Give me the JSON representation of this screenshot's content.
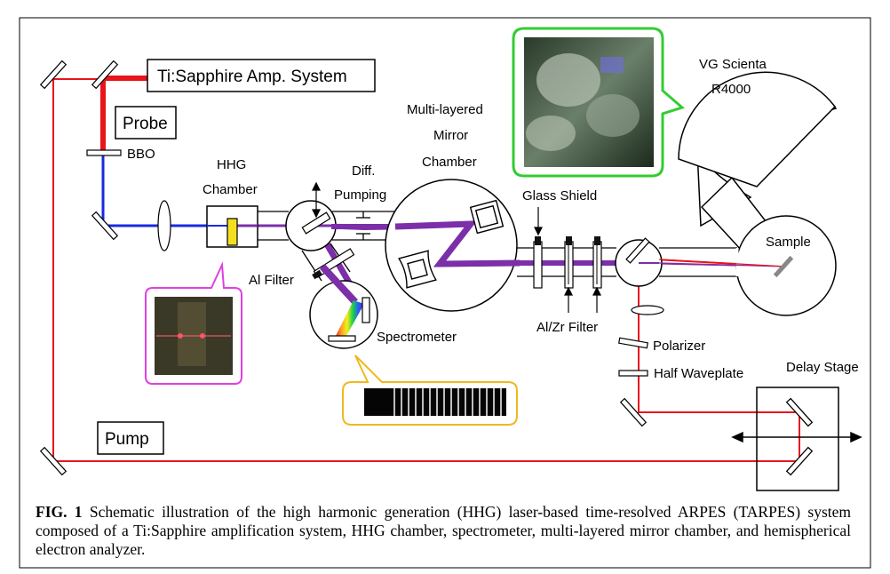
{
  "labels": {
    "laser_system": "Ti:Sapphire Amp. System",
    "probe": "Probe",
    "pump": "Pump",
    "bbo": "BBO",
    "hhg_1": "HHG",
    "hhg_2": "Chamber",
    "diff_1": "Diff.",
    "diff_2": "Pumping",
    "mirror_1": "Multi-layered",
    "mirror_2": "Mirror",
    "mirror_3": "Chamber",
    "al_filter": "Al Filter",
    "spectrometer": "Spectrometer",
    "glass_shield": "Glass Shield",
    "alzr_filter": "Al/Zr Filter",
    "polarizer": "Polarizer",
    "half_waveplate": "Half Waveplate",
    "delay_stage": "Delay Stage",
    "scienta_1": "VG Scienta",
    "scienta_2": "R4000",
    "sample": "Sample"
  },
  "caption": {
    "fig_label": "FIG. 1",
    "text": " Schematic illustration of the high harmonic generation (HHG) laser-based time-resolved ARPES (TARPES) system composed of a Ti:Sapphire amplification system, HHG chamber, spectrometer, multi-layered mirror chamber, and hemispherical electron analyzer."
  },
  "colors": {
    "pump_beam": "#e8141c",
    "probe_beam": "#1a2be0",
    "xuv_beam": "#7b2fa8",
    "pink_callout": "#e040e0",
    "yellow_callout": "#f0b820",
    "green_callout": "#33cc33",
    "hhg_target": "#f2e020"
  }
}
